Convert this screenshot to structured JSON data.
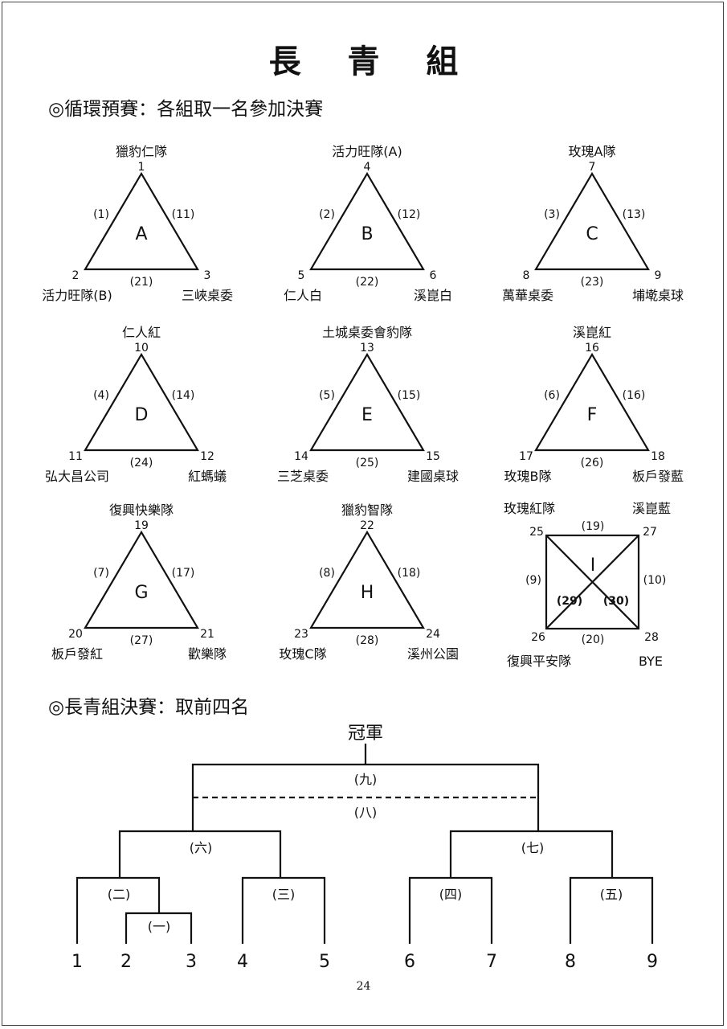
{
  "page": {
    "title": "長 青 組",
    "section_round_robin": "◎循環預賽：各組取一名參加決賽",
    "section_final": "◎長青組決賽：取前四名",
    "page_number": "24"
  },
  "groups": [
    {
      "letter": "A",
      "top_team": "獵豹仁隊",
      "top_num": "1",
      "left_num": "2",
      "right_num": "3",
      "left_team": "活力旺隊(B)",
      "right_team": "三峽桌委",
      "left_match": "(1)",
      "right_match": "(11)",
      "bottom_match": "(21)"
    },
    {
      "letter": "B",
      "top_team": "活力旺隊(A)",
      "top_num": "4",
      "left_num": "5",
      "right_num": "6",
      "left_team": "仁人白",
      "right_team": "溪崑白",
      "left_match": "(2)",
      "right_match": "(12)",
      "bottom_match": "(22)"
    },
    {
      "letter": "C",
      "top_team": "玫瑰A隊",
      "top_num": "7",
      "left_num": "8",
      "right_num": "9",
      "left_team": "萬華桌委",
      "right_team": "埔墘桌球",
      "left_match": "(3)",
      "right_match": "(13)",
      "bottom_match": "(23)"
    },
    {
      "letter": "D",
      "top_team": "仁人紅",
      "top_num": "10",
      "left_num": "11",
      "right_num": "12",
      "left_team": "弘大昌公司",
      "right_team": "紅螞蟻",
      "left_match": "(4)",
      "right_match": "(14)",
      "bottom_match": "(24)"
    },
    {
      "letter": "E",
      "top_team": "土城桌委會豹隊",
      "top_num": "13",
      "left_num": "14",
      "right_num": "15",
      "left_team": "三芝桌委",
      "right_team": "建國桌球",
      "left_match": "(5)",
      "right_match": "(15)",
      "bottom_match": "(25)"
    },
    {
      "letter": "F",
      "top_team": "溪崑紅",
      "top_num": "16",
      "left_num": "17",
      "right_num": "18",
      "left_team": "玫瑰B隊",
      "right_team": "板戶發藍",
      "left_match": "(6)",
      "right_match": "(16)",
      "bottom_match": "(26)"
    },
    {
      "letter": "G",
      "top_team": "復興快樂隊",
      "top_num": "19",
      "left_num": "20",
      "right_num": "21",
      "left_team": "板戶發紅",
      "right_team": "歡樂隊",
      "left_match": "(7)",
      "right_match": "(17)",
      "bottom_match": "(27)"
    },
    {
      "letter": "H",
      "top_team": "獵豹智隊",
      "top_num": "22",
      "left_num": "23",
      "right_num": "24",
      "left_team": "玫瑰C隊",
      "right_team": "溪州公園",
      "left_match": "(8)",
      "right_match": "(18)",
      "bottom_match": "(28)"
    }
  ],
  "group_i": {
    "letter": "I",
    "tl_team": "玫瑰紅隊",
    "tr_team": "溪崑藍",
    "bl_team": "復興平安隊",
    "br_team": "BYE",
    "tl_num": "25",
    "tr_num": "27",
    "bl_num": "26",
    "br_num": "28",
    "top_match": "(19)",
    "left_match": "(9)",
    "right_match": "(10)",
    "bottom_match": "(20)",
    "diag1_match": "(29)",
    "diag2_match": "(30)"
  },
  "bracket": {
    "champion": "冠軍",
    "match_9": "(九)",
    "match_8": "(八)",
    "match_6": "(六)",
    "match_7": "(七)",
    "match_2": "(二)",
    "match_1": "(一)",
    "match_3": "(三)",
    "match_4": "(四)",
    "match_5": "(五)",
    "slots": [
      "1",
      "2",
      "3",
      "4",
      "5",
      "6",
      "7",
      "8",
      "9"
    ]
  }
}
